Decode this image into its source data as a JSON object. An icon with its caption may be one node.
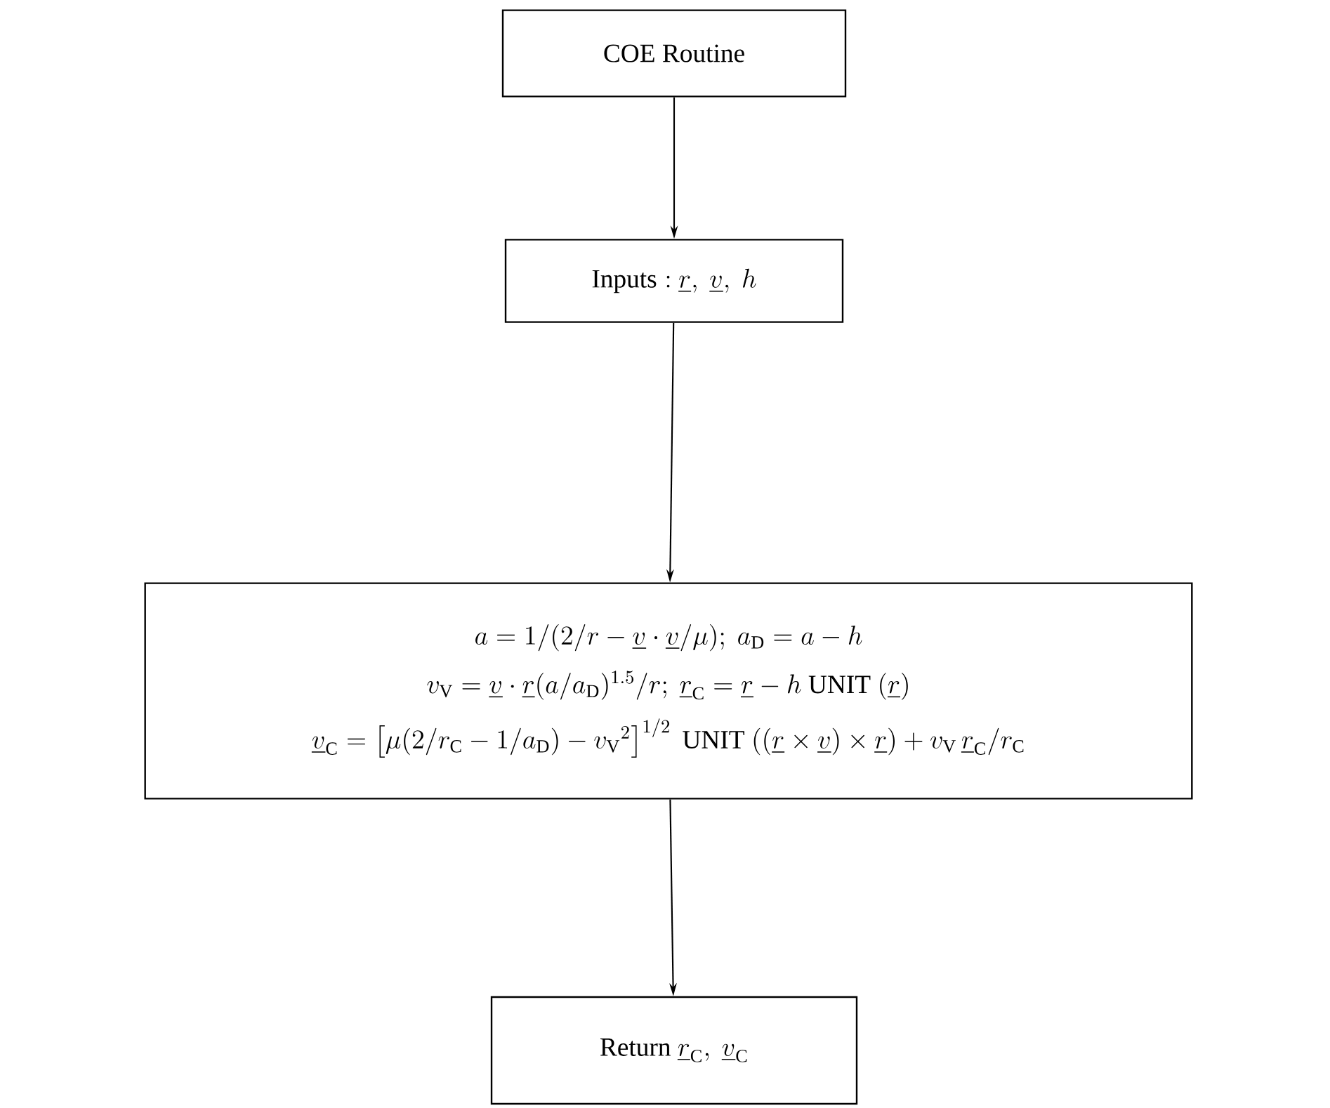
{
  "diagram": {
    "nodes": [
      {
        "text": [
          "COE Routine"
        ]
      },
      {
        "text": [
          "\\mathrm{Inputs:}\\ \\underline{r},\\ \\underline{v},\\ h"
        ]
      },
      {
        "text": [
          "a = 1/(2/r - \\underline{v}\\cdot\\underline{v}/\\mu);\\ a_{\\mathrm{D}} = a - h",
          "v_{\\mathrm{V}} = \\underline{v}\\cdot\\underline{r}(a/a_{\\mathrm{D}})^{1.5}/r;\\ \\underline{r}_{\\mathrm{C}} = \\underline{r} - h\\ \\mathrm{UNIT}\\ (\\underline{r})",
          "\\underline{v}_{\\mathrm{C}} = \\left[\\mu(2/r_{\\mathrm{C}} - 1/a_{\\mathrm{D}}) - {v_{\\mathrm{V}}}^{2}\\right]^{1/2}\\ \\mathrm{UNIT}\\ ((\\underline{r}\\times\\underline{v})\\times\\underline{r}) + v_{\\mathrm{V}}\\,\\underline{r}_{\\mathrm{C}}/r_{\\mathrm{C}}"
        ]
      },
      {
        "text": [
          "\\mathrm{Return}\\ \\underline{r}_{\\mathrm{C}},\\ \\underline{v}_{\\mathrm{C}}"
        ]
      }
    ],
    "edges": [
      {
        "from": 0,
        "to": 1,
        "arrow": "to"
      },
      {
        "from": 1,
        "to": 2,
        "arrow": "to"
      },
      {
        "from": 2,
        "to": 3,
        "arrow": "to"
      }
    ]
  }
}
